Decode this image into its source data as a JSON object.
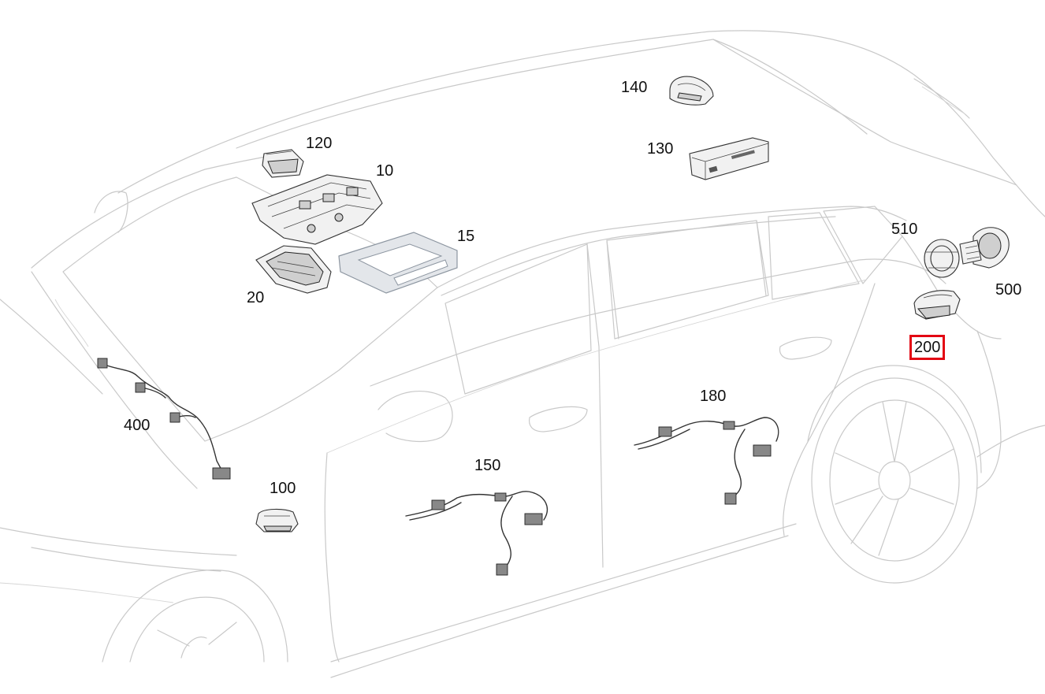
{
  "diagram": {
    "callouts": [
      {
        "id": "10",
        "label": "10"
      },
      {
        "id": "15",
        "label": "15"
      },
      {
        "id": "20",
        "label": "20"
      },
      {
        "id": "100",
        "label": "100"
      },
      {
        "id": "120",
        "label": "120"
      },
      {
        "id": "130",
        "label": "130"
      },
      {
        "id": "140",
        "label": "140"
      },
      {
        "id": "150",
        "label": "150"
      },
      {
        "id": "180",
        "label": "180"
      },
      {
        "id": "200",
        "label": "200",
        "highlighted": true
      },
      {
        "id": "400",
        "label": "400"
      },
      {
        "id": "500",
        "label": "500"
      },
      {
        "id": "510",
        "label": "510"
      }
    ],
    "highlight_color": "#e30613"
  }
}
